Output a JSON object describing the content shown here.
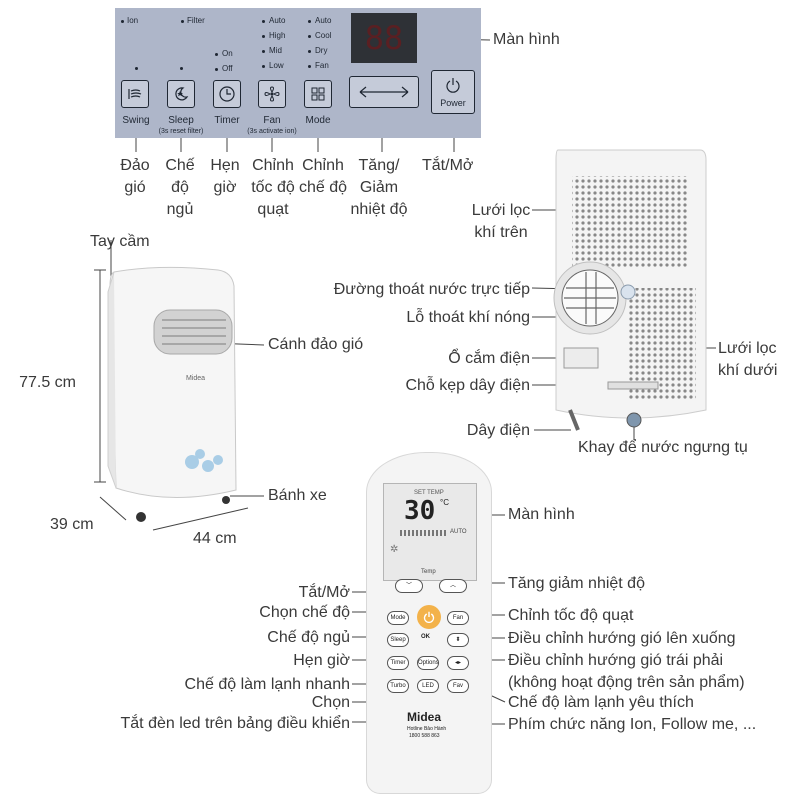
{
  "panel": {
    "indicators": {
      "ion": "Ion",
      "filter": "Filter",
      "on": "On",
      "off": "Off",
      "auto1": "Auto",
      "high": "High",
      "mid": "Mid",
      "low": "Low",
      "auto2": "Auto",
      "cool": "Cool",
      "dry": "Dry",
      "fan": "Fan"
    },
    "display_text": "88",
    "buttons": {
      "swing": "Swing",
      "sleep": "Sleep",
      "sleep_sub": "(3s reset filter)",
      "timer": "Timer",
      "fan": "Fan",
      "fan_sub": "(3s activate ion)",
      "mode": "Mode",
      "power": "Power"
    }
  },
  "callouts": {
    "panel_screen": "Màn hình",
    "dao_gio": "Đảo gió",
    "che_do_ngu": "Chế độ ngủ",
    "hen_gio": "Hẹn giờ",
    "chinh_toc_do_quat": "Chỉnh tốc độ quạt",
    "chinh_che_do": "Chỉnh chế độ",
    "tang_giam_nhiet_do": "Tăng/ Giảm nhiệt độ",
    "tat_mo": "Tắt/Mở"
  },
  "front": {
    "tay_cam": "Tay cầm",
    "height": "77.5 cm",
    "canh_dao_gio": "Cánh đảo gió",
    "banh_xe": "Bánh xe",
    "depth": "39 cm",
    "width": "44 cm",
    "brand": "Midea"
  },
  "back": {
    "luoi_loc_tren": "Lưới lọc khí trên",
    "duong_thoat_nuoc": "Đường thoát nước trực tiếp",
    "lo_thoat_khi": "Lỗ thoát khí nóng",
    "o_cam": "Ổ cắm điện",
    "luoi_loc_duoi": "Lưới lọc khí dưới",
    "cho_kep": "Chỗ kẹp dây điện",
    "day_dien": "Dây điện",
    "khay_nuoc": "Khay để nước ngưng tụ"
  },
  "remote": {
    "screen_label": "Màn hình",
    "set_temp": "SET TEMP",
    "temp": "30",
    "unit": "°C",
    "auto": "AUTO",
    "temp_label": "Temp",
    "keys": {
      "mode": "Mode",
      "fan": "Fan",
      "sleep": "Sleep",
      "ok": "OK",
      "timer": "Timer",
      "options": "Options",
      "turbo": "Turbo",
      "led": "LED",
      "fav": "Fav"
    },
    "brand": "Midea",
    "hotline_label": "Hotline Bảo Hành",
    "hotline": "1800 588 863"
  },
  "remote_callouts": {
    "tat_mo": "Tắt/Mở",
    "chon_che_do": "Chọn chế độ",
    "che_do_ngu": "Chế độ ngủ",
    "hen_gio": "Hẹn giờ",
    "lam_lanh_nhanh": "Chế độ làm lạnh nhanh",
    "chon": "Chọn",
    "tat_den_led": "Tắt đèn led trên bảng điều khiển",
    "tang_giam": "Tăng giảm nhiệt độ",
    "chinh_toc_do": "Chỉnh tốc độ quạt",
    "len_xuong": "Điều chỉnh hướng gió lên xuống",
    "trai_phai": "Điều chỉnh hướng gió trái phải",
    "khong_hoat_dong": "(không hoạt động trên sản phẩm)",
    "lam_lanh_yeu_thich": "Chế độ làm lạnh yêu thích",
    "phim_chuc_nang": "Phím chức năng Ion, Follow me, ..."
  }
}
